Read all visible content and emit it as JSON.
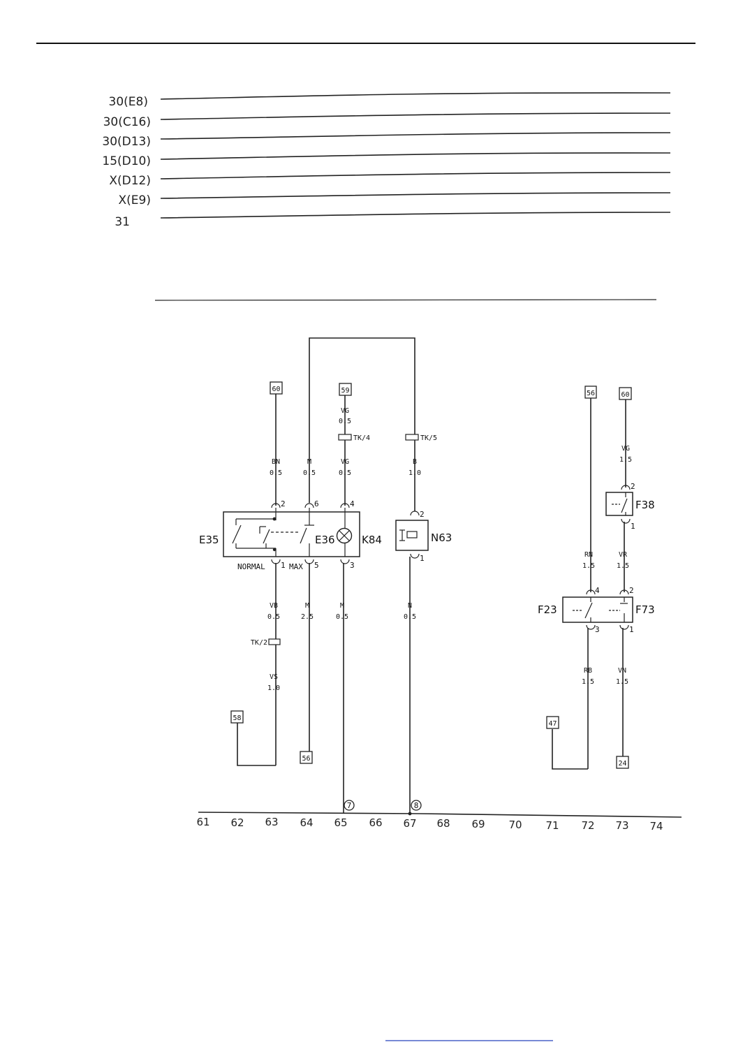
{
  "bus_labels": [
    "30(E8)",
    "30(C16)",
    "30(D13)",
    "15(D10)",
    "X(D12)",
    "X(E9)",
    "31"
  ],
  "column_numbers": [
    "61",
    "62",
    "63",
    "64",
    "65",
    "66",
    "67",
    "68",
    "69",
    "70",
    "71",
    "72",
    "73",
    "74"
  ],
  "components": {
    "e35": "E35",
    "e36": "E36",
    "k84": "K84",
    "n63": "N63",
    "f38": "F38",
    "f23": "F23",
    "f73": "F73"
  },
  "references": {
    "ref_top_e35": "60",
    "ref_top_k84": "59",
    "ref_top_f23": "56",
    "ref_top_f38": "60",
    "ref_bot_e35": "58",
    "ref_bot_e36": "56",
    "ref_bot_f23": "47",
    "ref_bot_f73": "24"
  },
  "wires": {
    "e35_top": [
      "BN",
      "0.5"
    ],
    "e36_top": [
      "M",
      "0.5"
    ],
    "k84_top_a": [
      "VG",
      "0.5"
    ],
    "k84_top_b": [
      "VG",
      "0.5"
    ],
    "n63_top": [
      "B",
      "1.0"
    ],
    "f23_top": [
      "RN",
      "1.5"
    ],
    "f38_top": [
      "VG",
      "1.5"
    ],
    "f73_top": [
      "VR",
      "1.5"
    ],
    "e35_bot_a": [
      "VB",
      "0.5"
    ],
    "e35_bot_b": [
      "VS",
      "1.0"
    ],
    "e36_bot": [
      "M",
      "2.5"
    ],
    "k84_bot": [
      "M",
      "0.5"
    ],
    "n63_bot": [
      "N",
      "0.5"
    ],
    "f23_bot": [
      "RB",
      "1.5"
    ],
    "f73_bot": [
      "VN",
      "1.5"
    ]
  },
  "connectors": {
    "tk4": "TK/4",
    "tk5": "TK/5",
    "tk2": "TK/2"
  },
  "pins": {
    "e35_top": "2",
    "e36_top": "6",
    "k84_top": "4",
    "e35_bot": "1",
    "e36_bot": "5",
    "k84_bot": "3",
    "n63_top": "2",
    "n63_bot": "1",
    "f38_top": "2",
    "f38_bot": "1",
    "f23_top": "4",
    "f23_bot": "3",
    "f73_top": "2",
    "f73_bot": "1"
  },
  "switch_labels": {
    "normal": "NORMAL",
    "max": "MAX"
  },
  "ground_labels": [
    "7",
    "8"
  ]
}
